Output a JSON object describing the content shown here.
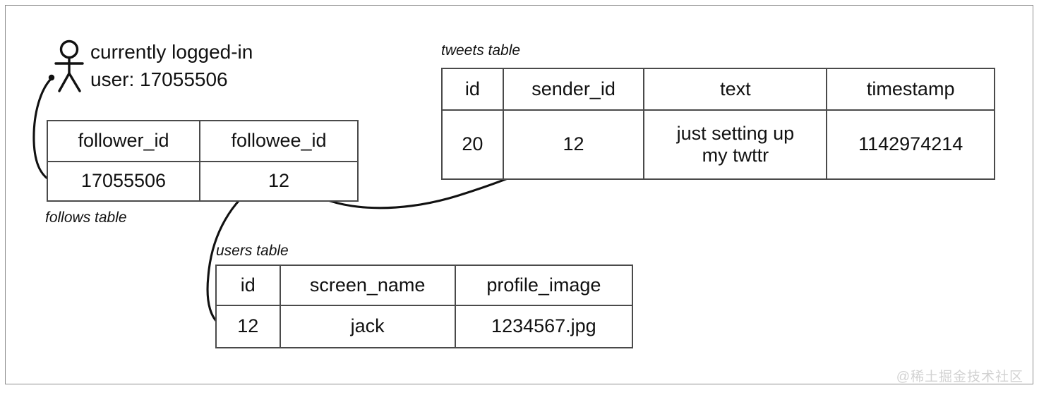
{
  "figure": {
    "kind": "database-schema-relationship-diagram",
    "watermark": "@稀土掘金技术社区"
  },
  "actor": {
    "icon": "stick-figure-person-icon",
    "line1": "currently logged-in",
    "line2": "user: 17055506"
  },
  "tables": {
    "follows": {
      "label": "follows table",
      "columns": [
        "follower_id",
        "followee_id"
      ],
      "rows": [
        [
          "17055506",
          "12"
        ]
      ]
    },
    "tweets": {
      "label": "tweets table",
      "columns": [
        "id",
        "sender_id",
        "text",
        "timestamp"
      ],
      "rows": [
        [
          "20",
          "12",
          "just setting up\nmy twttr",
          "1142974214"
        ]
      ]
    },
    "users": {
      "label": "users table",
      "columns": [
        "id",
        "screen_name",
        "profile_image"
      ],
      "rows": [
        [
          "12",
          "jack",
          "1234567.jpg"
        ]
      ]
    }
  },
  "connectors": [
    {
      "name": "actor-to-follower-id",
      "from": "logged-in user icon",
      "to": "follows.follower_id = 17055506"
    },
    {
      "name": "followee-id-to-users-id",
      "from": "follows.followee_id = 12",
      "to": "users.id = 12"
    },
    {
      "name": "followee-id-to-tweets-sender-id",
      "from": "follows.followee_id = 12",
      "to": "tweets.sender_id = 12"
    }
  ],
  "colors": {
    "ink": "#111111",
    "border": "#4a4a4a",
    "frame": "#8d8d8d",
    "watermark": "#d2d2d2",
    "background": "#ffffff"
  }
}
